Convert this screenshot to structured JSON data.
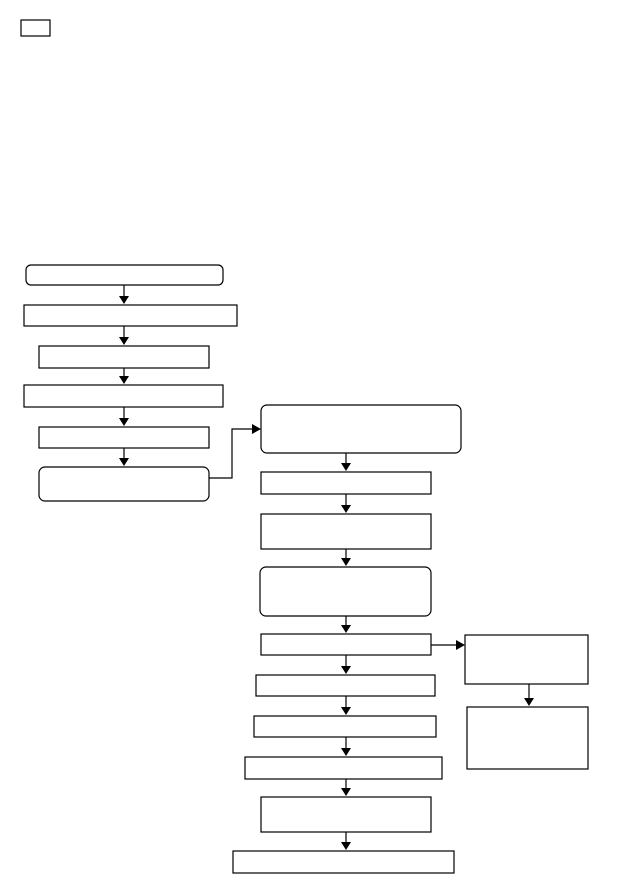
{
  "page": {
    "background": "#ffffff",
    "line_color": "#000000"
  },
  "header": {
    "tag_label": ""
  },
  "flow": {
    "nodes": [
      {
        "id": "n1",
        "label": ""
      },
      {
        "id": "n2",
        "label": ""
      },
      {
        "id": "n3",
        "label": ""
      },
      {
        "id": "n4",
        "label": ""
      },
      {
        "id": "n5",
        "label": ""
      },
      {
        "id": "n6",
        "label": ""
      },
      {
        "id": "n7",
        "label": ""
      },
      {
        "id": "n8",
        "label": ""
      },
      {
        "id": "n9",
        "label": ""
      },
      {
        "id": "n10",
        "label": ""
      },
      {
        "id": "n11",
        "label": ""
      },
      {
        "id": "n12",
        "label": ""
      },
      {
        "id": "n13",
        "label": ""
      },
      {
        "id": "n14",
        "label": ""
      },
      {
        "id": "n15",
        "label": ""
      },
      {
        "id": "n16",
        "label": ""
      },
      {
        "id": "n17",
        "label": ""
      },
      {
        "id": "n18",
        "label": ""
      },
      {
        "id": "n19",
        "label": ""
      }
    ],
    "edges": [
      {
        "from": "n1",
        "to": "n2"
      },
      {
        "from": "n2",
        "to": "n3"
      },
      {
        "from": "n3",
        "to": "n4"
      },
      {
        "from": "n4",
        "to": "n5"
      },
      {
        "from": "n5",
        "to": "n6"
      },
      {
        "from": "n6",
        "to": "n7"
      },
      {
        "from": "n7",
        "to": "n8"
      },
      {
        "from": "n8",
        "to": "n9"
      },
      {
        "from": "n9",
        "to": "n10"
      },
      {
        "from": "n10",
        "to": "n11"
      },
      {
        "from": "n11",
        "to": "n12"
      },
      {
        "from": "n12",
        "to": "n13"
      },
      {
        "from": "n13",
        "to": "n14"
      },
      {
        "from": "n14",
        "to": "n15"
      },
      {
        "from": "n15",
        "to": "n16"
      },
      {
        "from": "n16",
        "to": "n17"
      },
      {
        "from": "n11",
        "to": "n18"
      },
      {
        "from": "n18",
        "to": "n19"
      }
    ]
  }
}
